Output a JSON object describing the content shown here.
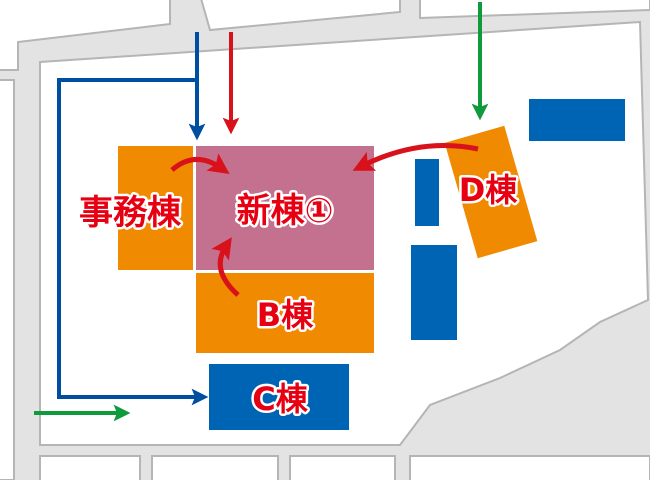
{
  "map": {
    "colors": {
      "background": "#e3e3e3",
      "site": "#ffffff",
      "roads": "#b5b5b5",
      "building_existing": "#f08a00",
      "building_new": "#c4708f",
      "building_blue": "#0064b4",
      "arrow_red": "#d9111b",
      "arrow_blue": "#004ea2",
      "arrow_green": "#0f9a3c",
      "label_text": "#e60012"
    },
    "buildings": {
      "office": {
        "label": "事務棟",
        "type": "existing"
      },
      "new_building": {
        "label": "新棟①",
        "type": "new"
      },
      "building_b": {
        "label": "B棟",
        "type": "existing"
      },
      "building_c": {
        "label": "C棟",
        "type": "blue"
      },
      "building_d": {
        "label": "D棟",
        "type": "existing"
      }
    },
    "arrows": {
      "blue_entrance_route": {
        "color": "blue",
        "icon": "down-arrow-icon"
      },
      "red_entrance": {
        "color": "red",
        "icon": "down-arrow-icon"
      },
      "green_entrance_east": {
        "color": "green",
        "icon": "down-arrow-icon"
      },
      "green_entrance_south": {
        "color": "green",
        "icon": "right-arrow-icon"
      },
      "office_to_new": {
        "color": "red",
        "icon": "curved-arrow-icon"
      },
      "d_to_new": {
        "color": "red",
        "icon": "curved-arrow-icon"
      },
      "b_to_new": {
        "color": "red",
        "icon": "curved-arrow-icon"
      }
    }
  }
}
